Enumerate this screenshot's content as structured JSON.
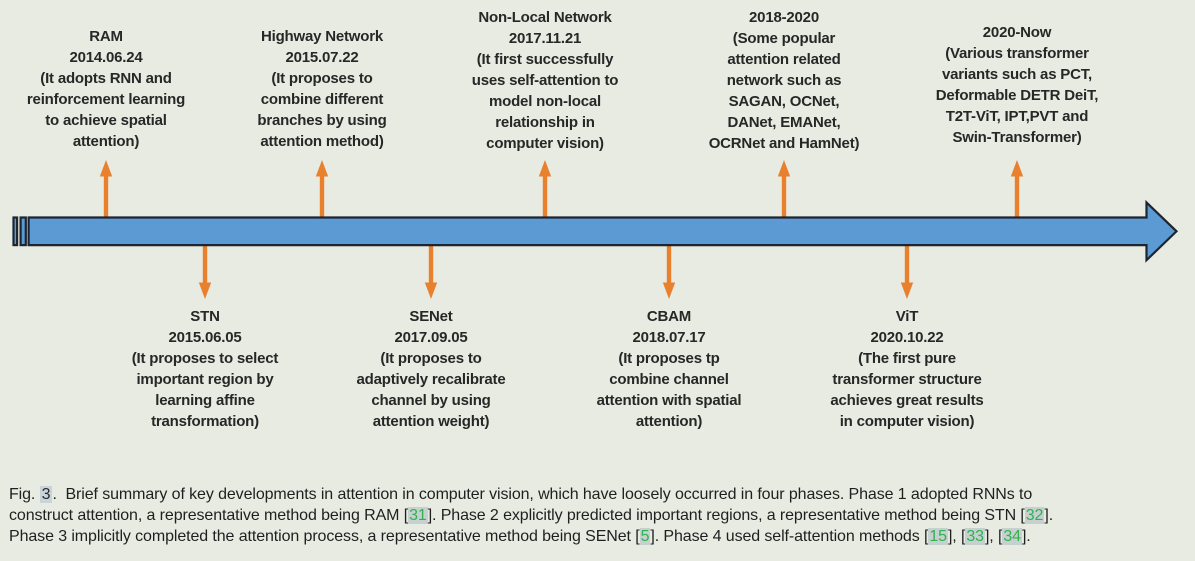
{
  "colors": {
    "background": "#e8ebe2",
    "timeline_bar_fill": "#5b9ad3",
    "timeline_bar_outline": "#1d2530",
    "connector_arrow_orange": "#e8802e",
    "citation_green": "#2fb34d",
    "citation_highlight": "#c7d0d0",
    "figure_number_highlight": "#c9d3da",
    "text_dark": "#272727"
  },
  "timeline": {
    "top_events": [
      {
        "title": "RAM",
        "date": "2014.06.24",
        "desc": "(It adopts RNN and\nreinforcement learning\nto achieve spatial\nattention)"
      },
      {
        "title": "Highway Network",
        "date": "2015.07.22",
        "desc": "(It proposes to\ncombine different\nbranches by using\nattention method)"
      },
      {
        "title": "Non-Local Network",
        "date": "2017.11.21",
        "desc": "(It first successfully\nuses self-attention to\nmodel non-local\nrelationship in\ncomputer vision)"
      },
      {
        "title": "2018-2020",
        "desc": "(Some popular\nattention related\nnetwork such as\nSAGAN, OCNet,\nDANet, EMANet,\nOCRNet and HamNet)"
      },
      {
        "title": "2020-Now",
        "desc": "(Various transformer\nvariants such as PCT,\nDeformable DETR DeiT,\nT2T-ViT, IPT,PVT and\nSwin-Transformer)"
      }
    ],
    "bottom_events": [
      {
        "title": "STN",
        "date": "2015.06.05",
        "desc": "(It proposes to select\nimportant region by\nlearning affine\ntransformation)"
      },
      {
        "title": "SENet",
        "date": "2017.09.05",
        "desc": "(It proposes to\nadaptively recalibrate\nchannel by using\nattention weight)"
      },
      {
        "title": "CBAM",
        "date": "2018.07.17",
        "desc": "(It proposes tp\ncombine channel\nattention with spatial\nattention)"
      },
      {
        "title": "ViT",
        "date": "2020.10.22",
        "desc": "(The first pure\ntransformer structure\nachieves great results\nin computer vision)"
      }
    ]
  },
  "caption": {
    "lines": [
      [
        {
          "t": "Fig. "
        },
        {
          "fig": "3"
        },
        {
          "t": ".  Brief summary of key developments in attention in computer vision, which have loosely occurred in four phases. Phase 1 adopted RNNs to"
        }
      ],
      [
        {
          "t": "construct attention, a representative method being RAM ["
        },
        {
          "cite": "31"
        },
        {
          "t": "]. Phase 2 explicitly predicted important regions, a representative method being STN ["
        },
        {
          "cite": "32"
        },
        {
          "t": "]."
        }
      ],
      [
        {
          "t": "Phase 3 implicitly completed the attention process, a representative method being SENet ["
        },
        {
          "cite": "5"
        },
        {
          "t": "]. Phase 4 used self-attention methods ["
        },
        {
          "cite": "15"
        },
        {
          "t": "], ["
        },
        {
          "cite": "33"
        },
        {
          "t": "], ["
        },
        {
          "cite": "34"
        },
        {
          "t": "]."
        }
      ]
    ]
  }
}
